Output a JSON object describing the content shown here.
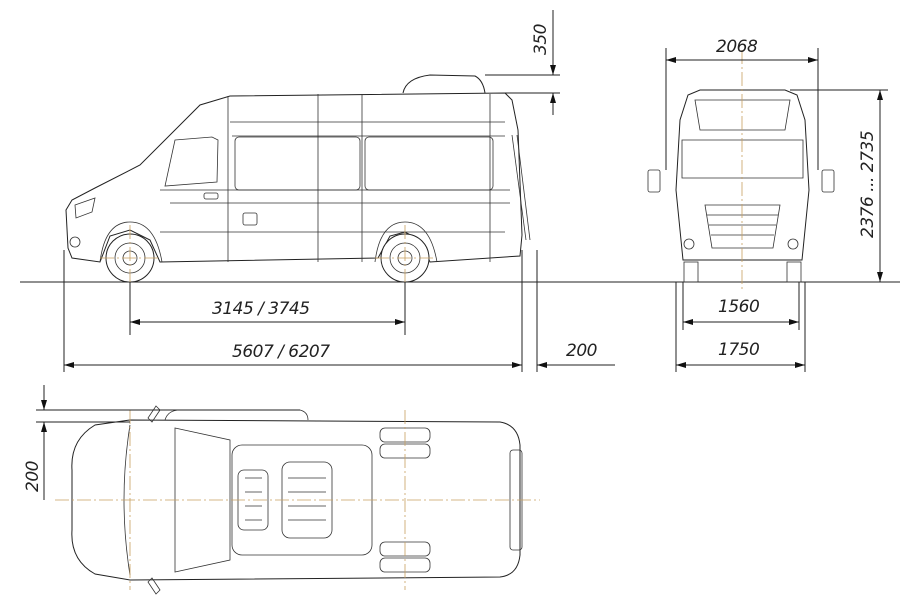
{
  "drawing": {
    "subject": "van dimensional drawing",
    "views": [
      "side",
      "front",
      "top"
    ],
    "colors": {
      "line": "#222222",
      "centerline": "#c8a060",
      "background": "#ffffff"
    }
  },
  "dimensions": {
    "roof_unit_height": "350",
    "overall_width_mirrors": "2068",
    "overall_height": "2376 ... 2735",
    "wheelbase": "3145 / 3745",
    "overall_length": "5607 / 6207",
    "rear_step": "200",
    "track": "1560",
    "body_width": "1750",
    "top_view_offset": "200"
  }
}
